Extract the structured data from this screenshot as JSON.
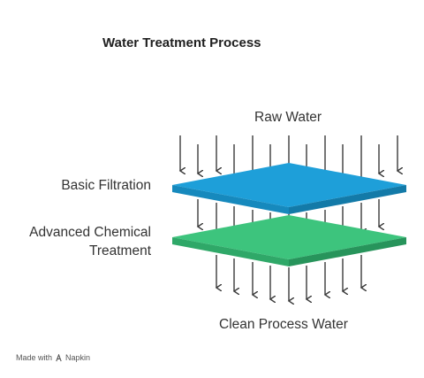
{
  "title": "Water Treatment Process",
  "labels": {
    "raw_water": "Raw Water",
    "basic_filtration": "Basic Filtration",
    "advanced_line1": "Advanced Chemical",
    "advanced_line2": "Treatment",
    "clean_water": "Clean Process Water"
  },
  "footer": {
    "made_with": "Made with",
    "brand": "Napkin"
  },
  "colors": {
    "filtration_layer": "#1ca0d8",
    "chemical_layer": "#3cc47c",
    "arrow": "#3a3a3a"
  },
  "icons": [
    "down-arrow-icon",
    "napkin-logo-icon"
  ]
}
